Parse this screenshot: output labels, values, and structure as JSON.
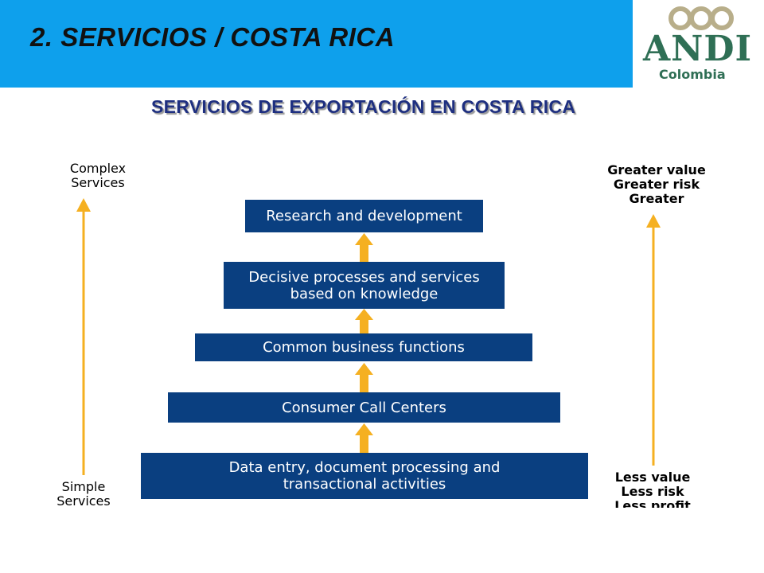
{
  "header": {
    "title": "2. SERVICIOS / COSTA RICA",
    "logo": {
      "text": "ANDI",
      "subtext": "Colombia"
    }
  },
  "subtitle": "SERVICIOS DE EXPORTACIÓN EN COSTA RICA",
  "left_axis": {
    "top_label": [
      "Complex",
      "Services"
    ],
    "bottom_label": [
      "Simple",
      "Services"
    ]
  },
  "right_axis": {
    "top_label": [
      "Greater value",
      "Greater risk",
      "Greater"
    ],
    "bottom_label": [
      "Less value",
      "Less risk",
      "Less profit"
    ]
  },
  "levels": [
    {
      "label": "Research and development"
    },
    {
      "label": "Decisive processes and services\nbased on knowledge"
    },
    {
      "label": "Common business functions"
    },
    {
      "label": "Consumer Call Centers"
    },
    {
      "label": "Data entry, document processing and\ntransactional activities"
    }
  ],
  "colors": {
    "header_bg": "#0ea0ec",
    "box_bg": "#0a3f80",
    "box_text": "#ffffff",
    "arrow": "#f5b021",
    "subtitle": "#1e2f80",
    "logo": "#2f6f55"
  }
}
